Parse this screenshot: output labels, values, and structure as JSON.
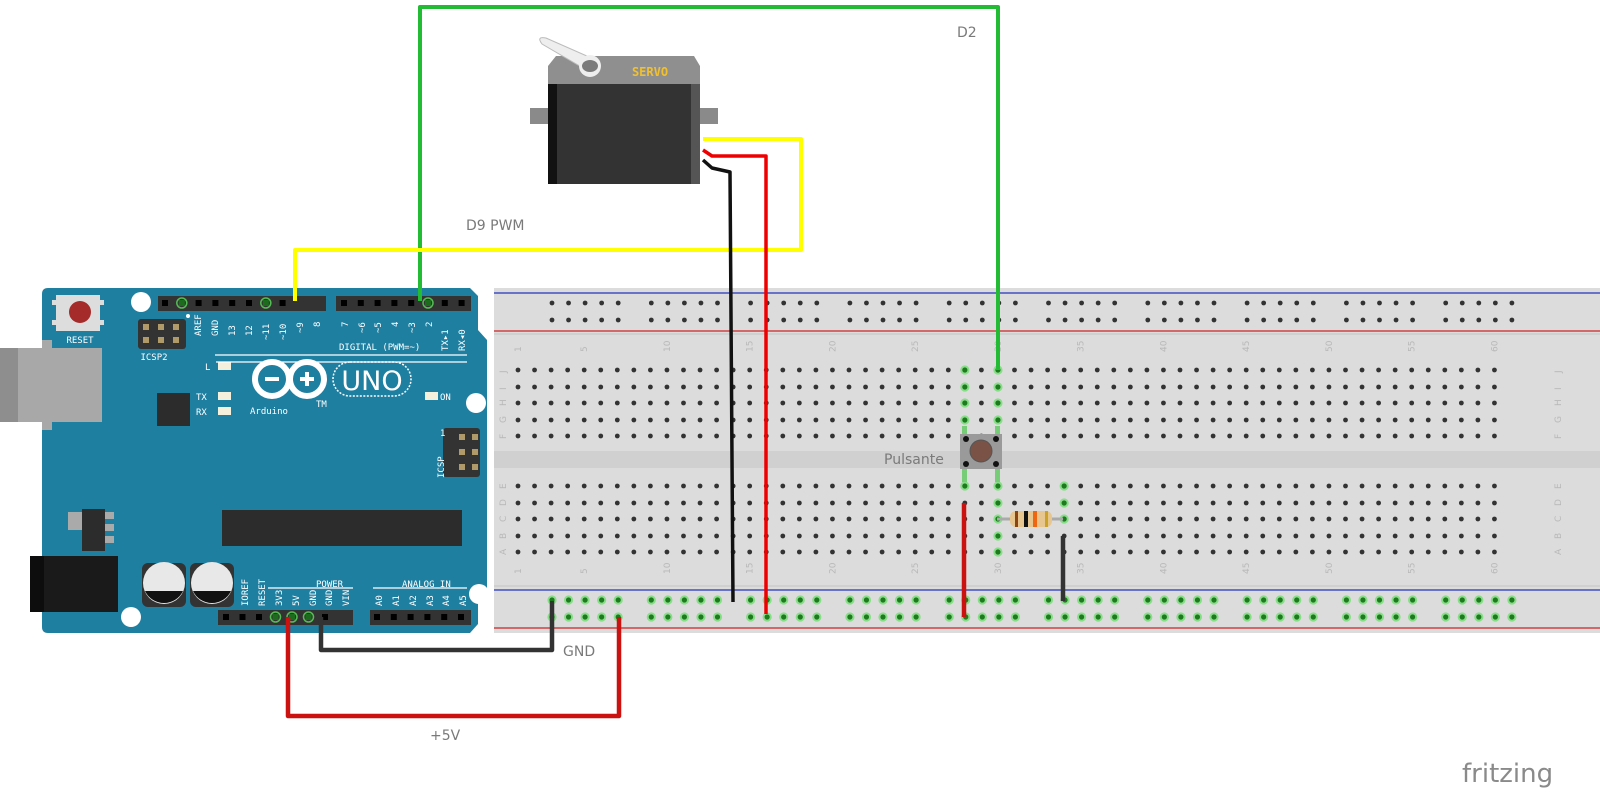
{
  "app": {
    "watermark": "fritzing"
  },
  "labels": {
    "d2": "D2",
    "d9": "D9 PWM",
    "gnd": "GND",
    "v5": "+5V",
    "button": "Pulsante"
  },
  "servo": {
    "label": "SERVO"
  },
  "arduino": {
    "reset": "RESET",
    "icsp2": "ICSP2",
    "icsp": "ICSP",
    "icsp_pin1": "1",
    "led_l": "L",
    "led_tx": "TX",
    "led_rx": "RX",
    "led_on": "ON",
    "uno": "UNO",
    "brand": "Arduino",
    "tm": "TM",
    "digital_header": "DIGITAL (PWM=~)",
    "power_header": "POWER",
    "analog_header": "ANALOG IN",
    "digital_pins_left": [
      "AREF",
      "GND",
      "13",
      "12",
      "~11",
      "~10",
      "~9",
      "8"
    ],
    "digital_pins_right": [
      "7",
      "~6",
      "~5",
      "4",
      "~3",
      "2",
      "TX▸1",
      "RX◂0"
    ],
    "power_pins": [
      "IOREF",
      "RESET",
      "3V3",
      "5V",
      "GND",
      "GND",
      "VIN"
    ],
    "analog_pins": [
      "A0",
      "A1",
      "A2",
      "A3",
      "A4",
      "A5"
    ]
  },
  "breadboard": {
    "columns": 60,
    "column_labels": [
      "1",
      "5",
      "10",
      "15",
      "20",
      "25",
      "30",
      "35",
      "40",
      "45",
      "50",
      "55",
      "60"
    ],
    "rows_top": [
      "J",
      "I",
      "H",
      "G",
      "F"
    ],
    "rows_bottom": [
      "E",
      "D",
      "C",
      "B",
      "A"
    ]
  },
  "wires": [
    {
      "name": "wire-d2-green",
      "color": "#22bb33"
    },
    {
      "name": "wire-d9-yellow",
      "color": "#ffff00"
    },
    {
      "name": "wire-servo-gnd-black",
      "color": "#111111"
    },
    {
      "name": "wire-servo-5v-red",
      "color": "#ee0000"
    },
    {
      "name": "wire-gnd-black",
      "color": "#333333"
    },
    {
      "name": "wire-5v-red",
      "color": "#cc1111"
    },
    {
      "name": "wire-button-5v-red",
      "color": "#cc1111"
    },
    {
      "name": "wire-resistor-gnd-black",
      "color": "#333333"
    }
  ],
  "colors": {
    "arduino_board": "#1f7fa0",
    "breadboard": "#dcdcdc",
    "rail_blue": "#2233bb",
    "rail_red": "#cc2222"
  }
}
